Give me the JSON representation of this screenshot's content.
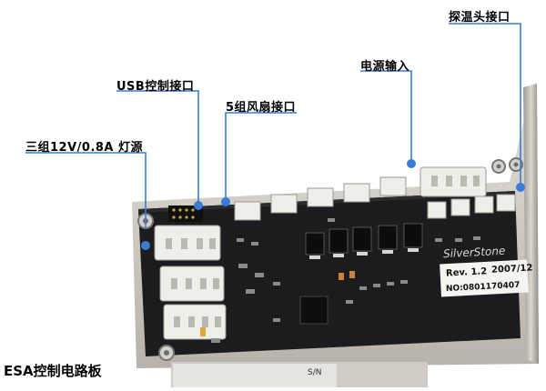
{
  "labels": {
    "sensor": "探温头接口",
    "power_input": "电源输入",
    "usb": "USB控制接口",
    "fan": "5组风扇接口",
    "led": "三组12V/0.8A 灯源"
  },
  "caption": "ESA控制电路板",
  "board": {
    "brand": "SilverStone",
    "rev": "Rev. 1.2",
    "date": "2007/12",
    "serial": "NO:0801170407",
    "sn": "S/N"
  },
  "colors": {
    "callout_line": "#3a7bd5",
    "pcb": "#1c1c1e",
    "metal": "#c8c4bc",
    "connector": "#efefe9"
  }
}
